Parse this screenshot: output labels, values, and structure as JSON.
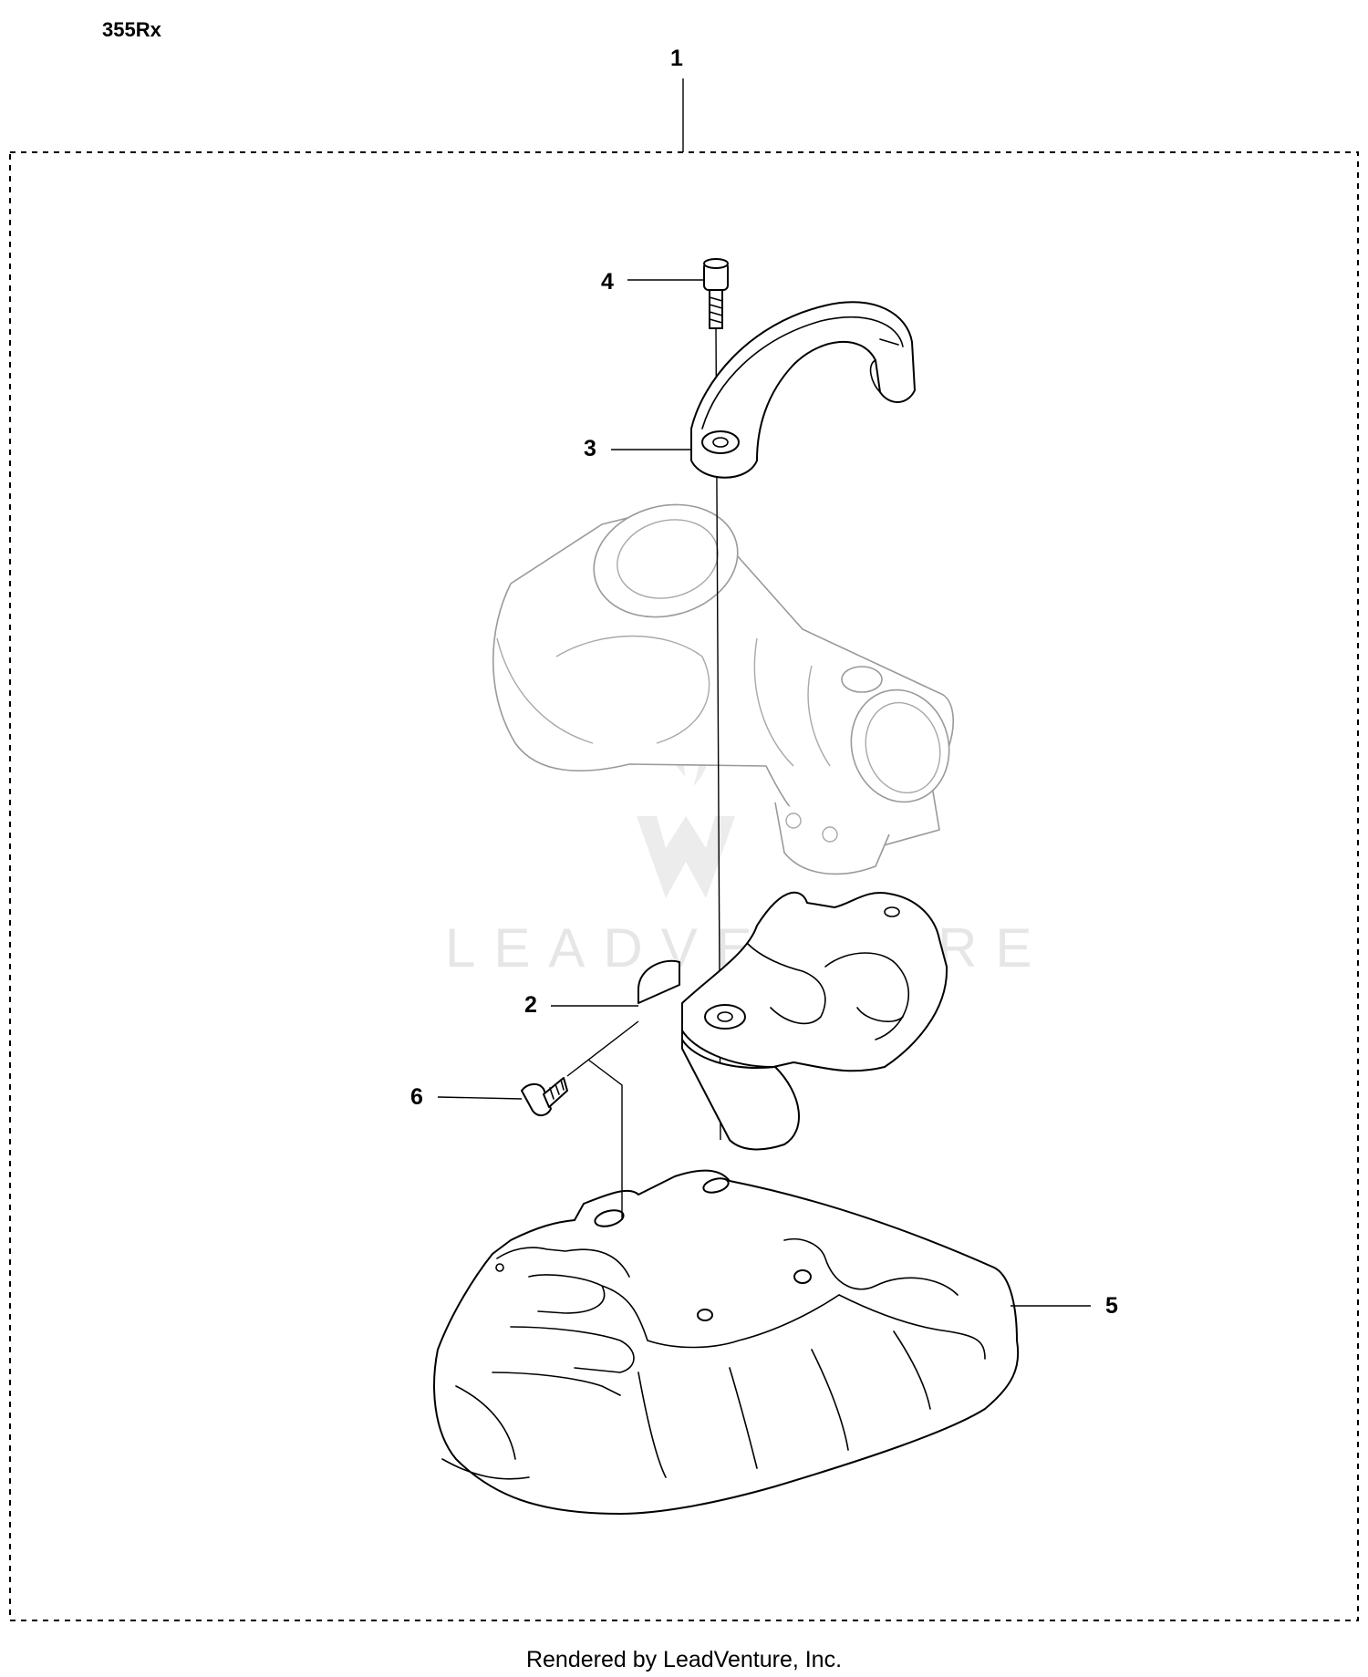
{
  "model": "355Rx",
  "watermark_text": "LEADVENTURE",
  "footer": "Rendered by LeadVenture, Inc.",
  "callouts": {
    "c1": "1",
    "c2": "2",
    "c3": "3",
    "c4": "4",
    "c5": "5",
    "c6": "6"
  }
}
